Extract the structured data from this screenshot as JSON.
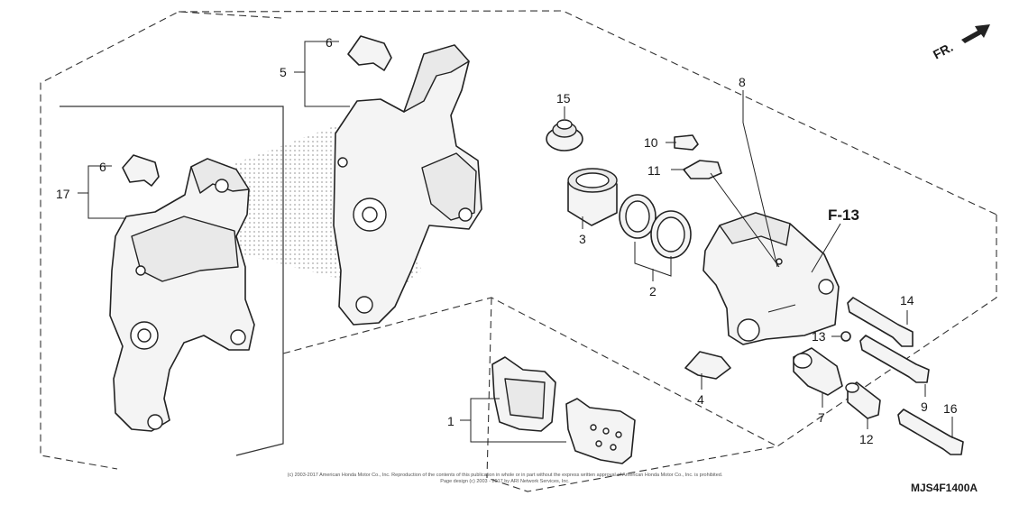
{
  "diagram": {
    "arrow_label": "FR.",
    "ref_label": "F-13",
    "drawing_code": "MJS4F1400A",
    "copyright_line1": "(c) 2003-2017 American Honda Motor Co., Inc. Reproduction of the contents of this publication in whole or in part without the express written approval of American Honda Motor Co., Inc. is prohibited.",
    "copyright_line2": "Page design (c) 2003 - 2017 by ARI Network Services, Inc.",
    "callouts": {
      "c1": "1",
      "c2": "2",
      "c3": "3",
      "c4": "4",
      "c5": "5",
      "c6a": "6",
      "c6b": "6",
      "c7": "7",
      "c8": "8",
      "c9": "9",
      "c10": "10",
      "c11": "11",
      "c12": "12",
      "c13": "13",
      "c14": "14",
      "c15": "15",
      "c16": "16",
      "c17": "17"
    }
  }
}
